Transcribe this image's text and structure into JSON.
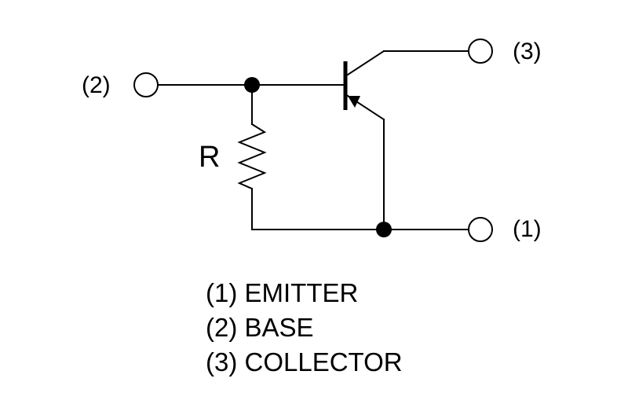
{
  "diagram": {
    "terminal_labels": {
      "base": "(2)",
      "collector": "(3)",
      "emitter": "(1)"
    },
    "resistor_label": "R",
    "legend": [
      "(1) EMITTER",
      "(2) BASE",
      "(3) COLLECTOR"
    ],
    "colors": {
      "line": "#000000",
      "background": "#ffffff"
    }
  }
}
